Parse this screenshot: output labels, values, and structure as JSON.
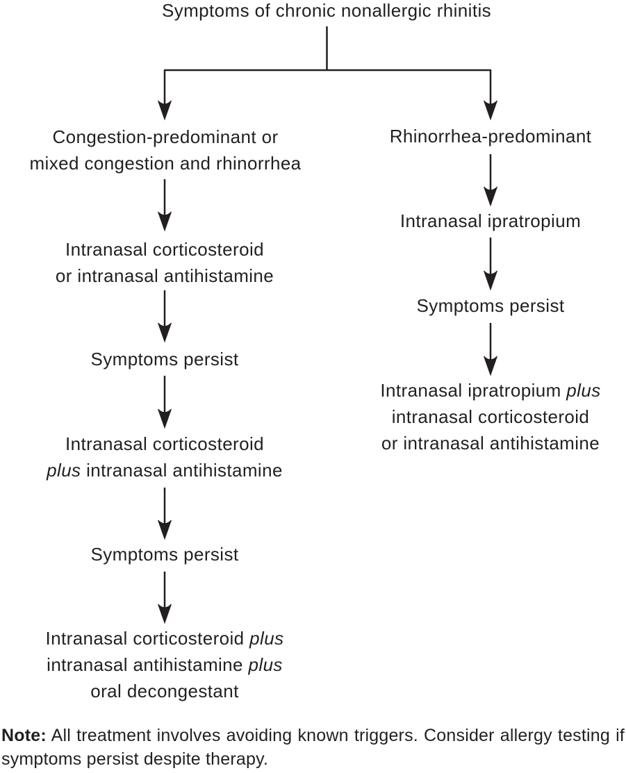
{
  "palette": {
    "ink": "#231f20",
    "background": "#ffffff"
  },
  "icons": {
    "arrow": "arrow-down"
  },
  "flowchart": {
    "title": "Symptoms of chronic nonallergic rhinitis",
    "left_branch": {
      "node1": {
        "line1": "Congestion-predominant or",
        "line2": "mixed congestion and rhinorrhea"
      },
      "node2": {
        "line1": "Intranasal corticosteroid",
        "line2": "or intranasal antihistamine"
      },
      "node3": {
        "text": "Symptoms persist"
      },
      "node4": {
        "line1": "Intranasal corticosteroid",
        "line2_italic": "plus",
        "line2_rest": " intranasal antihistamine"
      },
      "node5": {
        "text": "Symptoms persist"
      },
      "node6": {
        "line1_pre": "Intranasal corticosteroid ",
        "line1_italic": "plus",
        "line2_pre": "intranasal antihistamine ",
        "line2_italic": "plus",
        "line3": "oral decongestant"
      }
    },
    "right_branch": {
      "node1": {
        "text": "Rhinorrhea-predominant"
      },
      "node2": {
        "text": "Intranasal ipratropium"
      },
      "node3": {
        "text": "Symptoms persist"
      },
      "node4": {
        "line1_pre": "Intranasal ipratropium ",
        "line1_italic": "plus",
        "line2": "intranasal corticosteroid",
        "line3": "or intranasal antihistamine"
      }
    }
  },
  "note": {
    "label": "Note:",
    "text": " All treatment involves avoiding known triggers. Consider allergy testing if symptoms persist despite therapy."
  }
}
